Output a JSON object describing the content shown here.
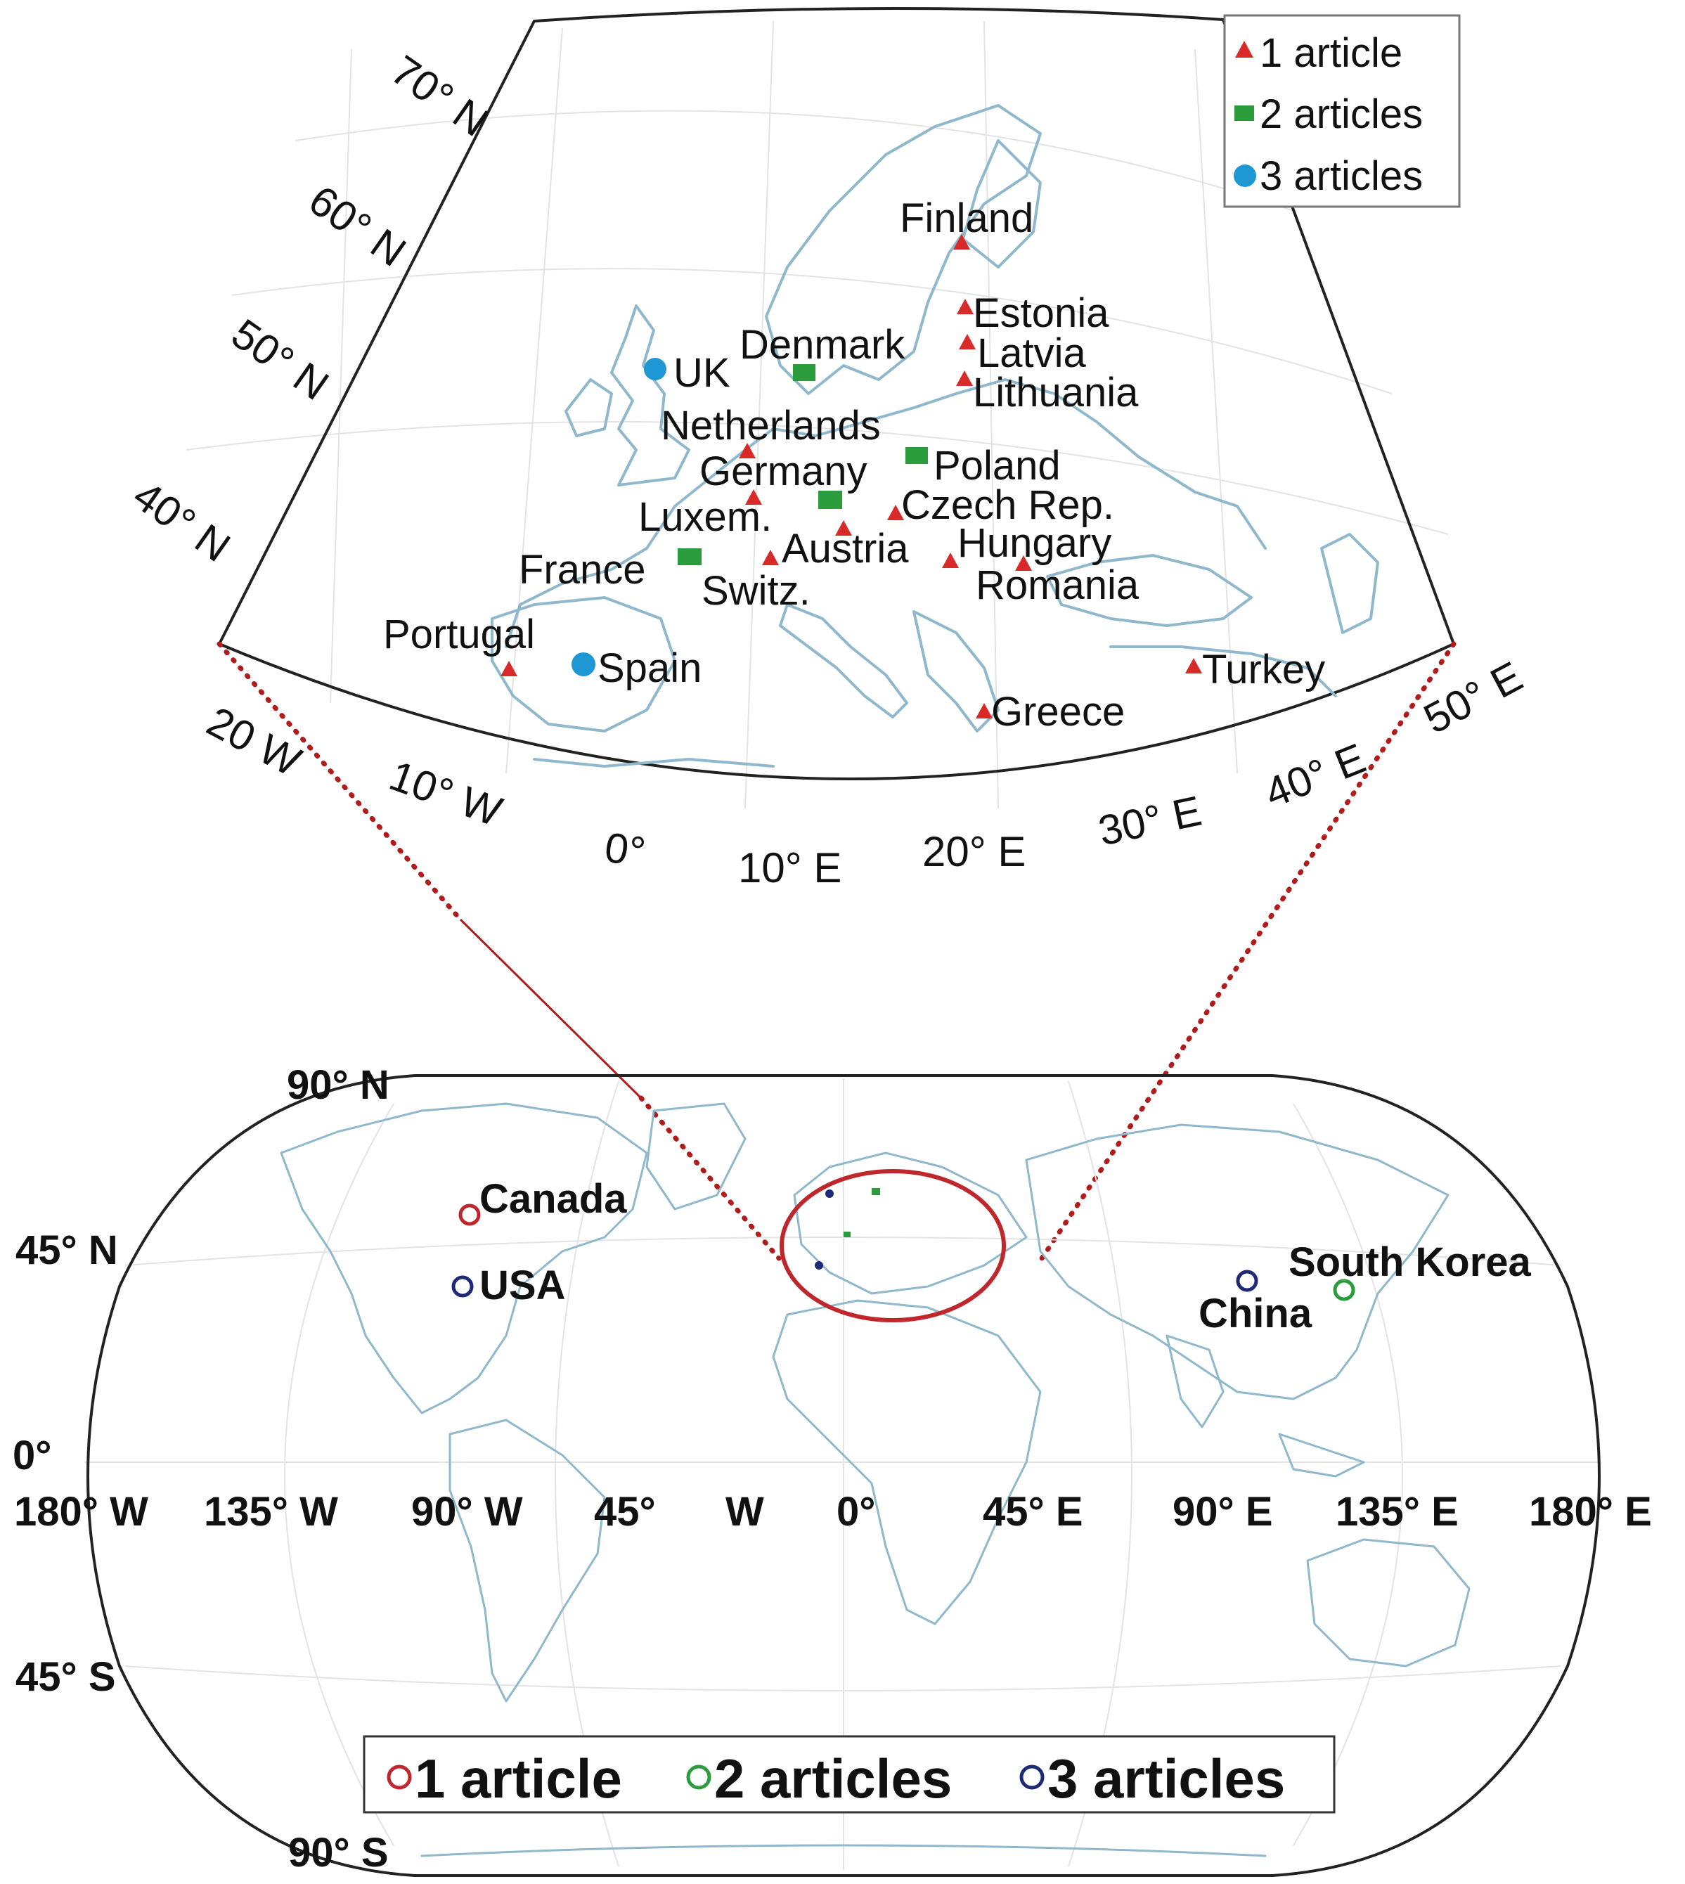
{
  "europe_inset": {
    "legend": [
      {
        "label": "1 article",
        "shape": "triangle",
        "color": "#d92a2a"
      },
      {
        "label": "2 articles",
        "shape": "square",
        "color": "#2a9c3c"
      },
      {
        "label": "3 articles",
        "shape": "circle",
        "color": "#1f97d4"
      }
    ],
    "lat_labels": [
      "70° N",
      "60° N",
      "50° N",
      "40° N"
    ],
    "lon_labels": [
      "20 W",
      "10° W",
      "0°",
      "10° E",
      "20° E",
      "30° E",
      "40° E",
      "50° E"
    ],
    "countries": [
      {
        "name": "Finland",
        "articles": 1
      },
      {
        "name": "Estonia",
        "articles": 1
      },
      {
        "name": "Latvia",
        "articles": 1
      },
      {
        "name": "Lithuania",
        "articles": 1
      },
      {
        "name": "Denmark",
        "articles": 2
      },
      {
        "name": "UK",
        "articles": 3
      },
      {
        "name": "Netherlands",
        "articles": 1
      },
      {
        "name": "Poland",
        "articles": 2
      },
      {
        "name": "Germany",
        "articles": 2
      },
      {
        "name": "Czech Rep.",
        "articles": 1
      },
      {
        "name": "Luxem.",
        "articles": 1
      },
      {
        "name": "Austria",
        "articles": 1
      },
      {
        "name": "Hungary",
        "articles": 1
      },
      {
        "name": "France",
        "articles": 2
      },
      {
        "name": "Switz.",
        "articles": 1
      },
      {
        "name": "Romania",
        "articles": 1
      },
      {
        "name": "Portugal",
        "articles": 1
      },
      {
        "name": "Spain",
        "articles": 3
      },
      {
        "name": "Turkey",
        "articles": 1
      },
      {
        "name": "Greece",
        "articles": 1
      }
    ]
  },
  "world_map": {
    "lat_labels": [
      "90° N",
      "45° N",
      "0°",
      "45° S",
      "90° S"
    ],
    "lon_labels": [
      "180° W",
      "135° W",
      "90° W",
      "45°",
      "W",
      "0°",
      "45° E",
      "90° E",
      "135° E",
      "180° E"
    ],
    "legend": [
      {
        "label": "1 article",
        "color": "#c0272d"
      },
      {
        "label": "2 articles",
        "color": "#2a9c3c"
      },
      {
        "label": "3 articles",
        "color": "#1e2a78"
      }
    ],
    "countries": [
      {
        "name": "Canada",
        "articles": 1
      },
      {
        "name": "USA",
        "articles": 3
      },
      {
        "name": "South Korea",
        "articles": 2
      },
      {
        "name": "China",
        "articles": 3
      }
    ],
    "highlight_color": "#c0272d"
  }
}
